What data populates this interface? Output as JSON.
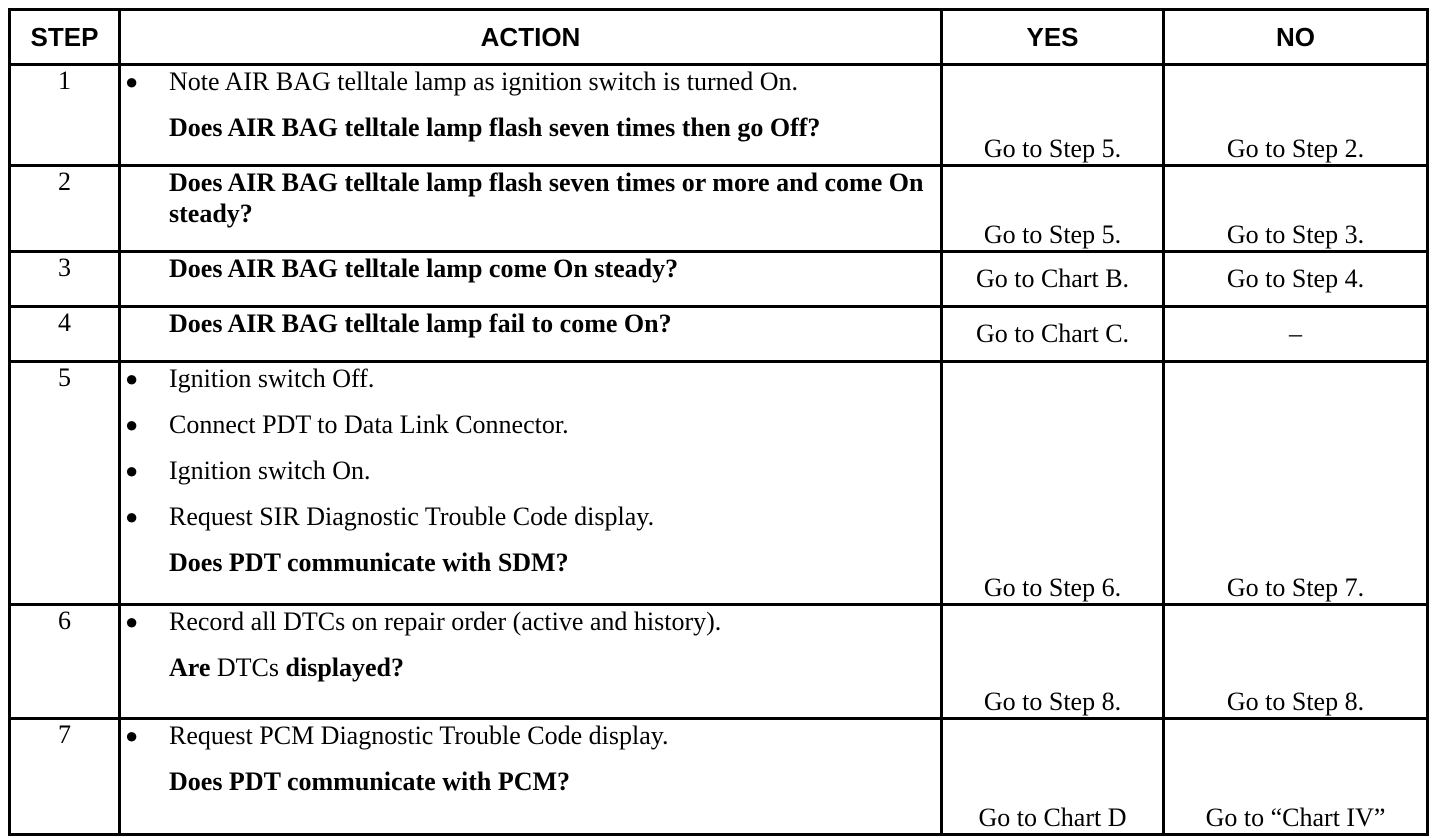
{
  "table": {
    "headers": {
      "step": "STEP",
      "action": "ACTION",
      "yes": "YES",
      "no": "NO"
    },
    "bullet_glyph": "●",
    "rows": [
      {
        "step": "1",
        "bullets": [
          "Note AIR BAG telltale lamp as ignition switch is turned On."
        ],
        "question": "Does AIR BAG telltale lamp flash seven times then go Off?",
        "yes": "Go to Step 5.",
        "no": "Go to Step 2."
      },
      {
        "step": "2",
        "question": "Does AIR BAG telltale lamp flash seven times or more and come On steady?",
        "yes": "Go to Step 5.",
        "no": "Go to Step 3."
      },
      {
        "step": "3",
        "question": "Does AIR BAG telltale lamp come On steady?",
        "yes": "Go to Chart B.",
        "no": "Go to Step 4."
      },
      {
        "step": "4",
        "question": "Does AIR BAG telltale lamp fail to come On?",
        "yes": "Go to Chart C.",
        "no": "–"
      },
      {
        "step": "5",
        "bullets": [
          "Ignition switch Off.",
          "Connect PDT to Data Link Connector.",
          "Ignition switch On.",
          "Request SIR Diagnostic Trouble Code display."
        ],
        "question": "Does PDT communicate with SDM?",
        "yes": "Go to Step 6.",
        "no": "Go to Step 7."
      },
      {
        "step": "6",
        "bullets": [
          "Record all DTCs on repair order (active and history)."
        ],
        "question_bold_1": "Are",
        "question_regular": "DTCs",
        "question_bold_2": "displayed?",
        "yes": "Go to Step 8.",
        "no": "Go to Step 8."
      },
      {
        "step": "7",
        "bullets": [
          "Request PCM Diagnostic Trouble Code display."
        ],
        "question": "Does PDT communicate with PCM?",
        "yes": "Go to Chart D",
        "no": "Go to “Chart IV”"
      }
    ]
  }
}
